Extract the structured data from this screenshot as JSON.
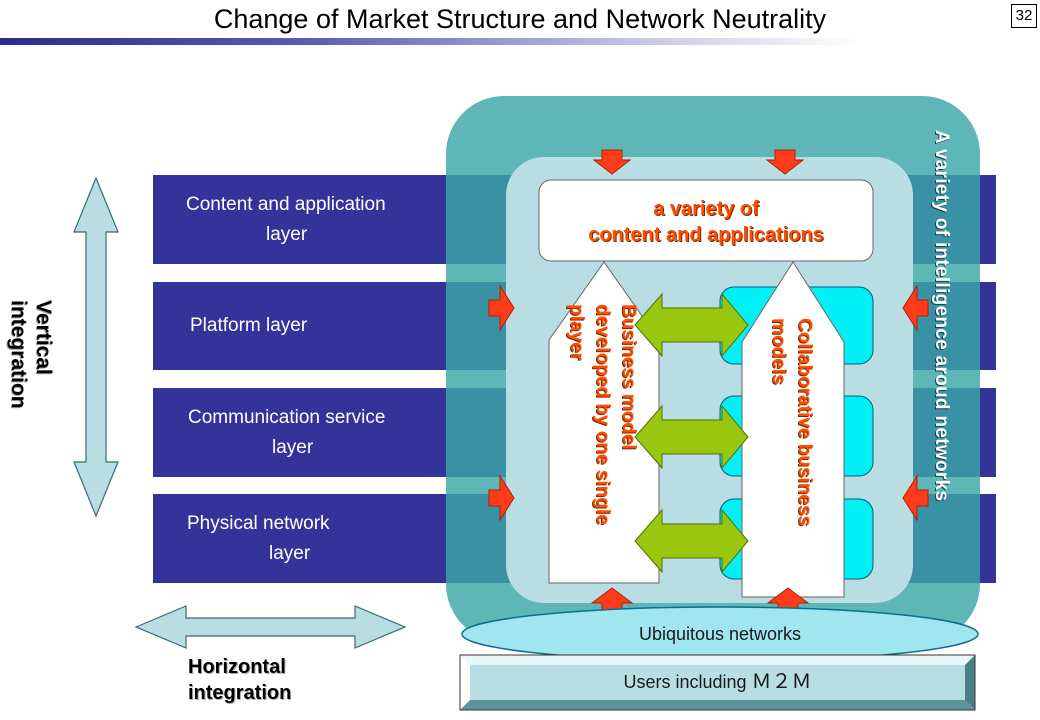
{
  "title": "Change of Market Structure and Network Neutrality",
  "page_number": "32",
  "layers": [
    {
      "line1": "Content and application",
      "line2": "layer"
    },
    {
      "line1": "Platform layer",
      "line2": ""
    },
    {
      "line1": "Communication service",
      "line2": "layer"
    },
    {
      "line1": "Physical network",
      "line2": "layer"
    }
  ],
  "vertical_axis": {
    "line1": "Vertical",
    "line2": "integration"
  },
  "horizontal_axis": {
    "line1": "Horizontal",
    "line2": "integration"
  },
  "right_side_label": "A variety of intelligence aroud networks",
  "content_box": {
    "line1": "a variety of",
    "line2": "content and applications"
  },
  "left_arrow_text": {
    "line1": "Business model",
    "line2": "developed by one single",
    "line3": "player"
  },
  "right_arrow_text": {
    "line1": "Collaborative business",
    "line2": "models"
  },
  "ubiquitous_label": "Ubiquitous networks",
  "users_label_prefix": "Users including ",
  "users_label_suffix": "Ｍ２Ｍ",
  "colors": {
    "layer": "#33339a",
    "teal": "#3aa6a6",
    "inner": "#b8dde2",
    "orange_text": "#ff4d00",
    "cyan": "#00f0f5",
    "green_arrow": "#99c70f",
    "red_arrow": "#ff3b1a"
  }
}
